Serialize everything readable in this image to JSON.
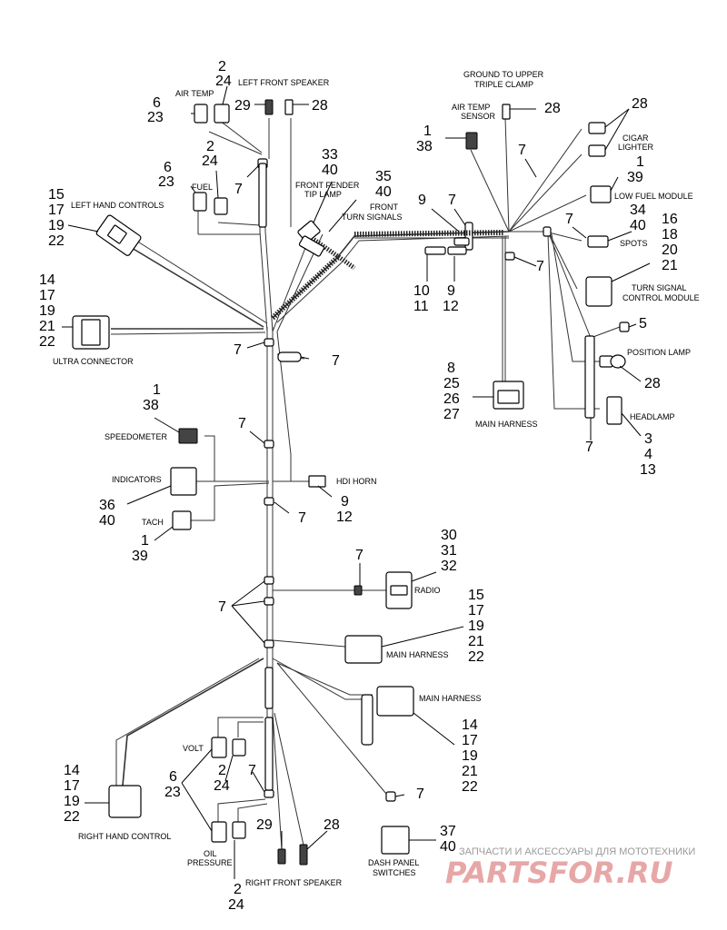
{
  "labels": {
    "left_front_speaker": "LEFT FRONT SPEAKER",
    "air_temp": "AIR TEMP",
    "fuel": "FUEL",
    "left_hand_controls": "LEFT HAND CONTROLS",
    "ultra_connector": "ULTRA CONNECTOR",
    "front_fender_tip_lamp_1": "FRONT FENDER",
    "front_fender_tip_lamp_2": "TIP LAMP",
    "front_turn_signals_1": "FRONT",
    "front_turn_signals_2": "TURN SIGNALS",
    "ground_upper_triple_clamp_1": "GROUND TO UPPER",
    "ground_upper_triple_clamp_2": "TRIPLE CLAMP",
    "air_temp_sensor_1": "AIR TEMP",
    "air_temp_sensor_2": "SENSOR",
    "cigar_lighter_1": "CIGAR",
    "cigar_lighter_2": "LIGHTER",
    "low_fuel_module": "LOW FUEL MODULE",
    "spots": "SPOTS",
    "turn_signal_control_module_1": "TURN SIGNAL",
    "turn_signal_control_module_2": "CONTROL MODULE",
    "position_lamp": "POSITION LAMP",
    "headlamp": "HEADLAMP",
    "main_harness_top": "MAIN HARNESS",
    "speedometer": "SPEEDOMETER",
    "indicators": "INDICATORS",
    "tach": "TACH",
    "hdi_horn": "HDI HORN",
    "radio": "RADIO",
    "main_harness_mid": "MAIN HARNESS",
    "main_harness_low": "MAIN HARNESS",
    "volt": "VOLT",
    "oil_pressure_1": "OIL",
    "oil_pressure_2": "PRESSURE",
    "right_hand_control": "RIGHT HAND CONTROL",
    "right_front_speaker": "RIGHT FRONT SPEAKER",
    "dash_panel_switches_1": "DASH PANEL",
    "dash_panel_switches_2": "SWITCHES"
  },
  "callouts": {
    "lfs_top_a": "2",
    "lfs_top_b": "24",
    "air_temp_a": "6",
    "air_temp_b": "23",
    "lfs_29": "29",
    "lfs_28": "28",
    "fuel_sender_a": "2",
    "fuel_sender_b": "24",
    "fuel_a": "6",
    "fuel_b": "23",
    "seven_fuel": "7",
    "fender_a": "33",
    "fender_b": "40",
    "turnsig_a": "35",
    "turnsig_b": "40",
    "lhc_a": "15",
    "lhc_b": "17",
    "lhc_c": "19",
    "lhc_d": "22",
    "ultra_a": "14",
    "ultra_b": "17",
    "ultra_c": "19",
    "ultra_d": "21",
    "ultra_e": "22",
    "seven_ultra": "7",
    "seven_trunk": "7",
    "speedo_a": "1",
    "speedo_b": "38",
    "seven_speedo": "7",
    "ind_a": "36",
    "ind_b": "40",
    "tach_a": "1",
    "tach_b": "39",
    "horn_a": "9",
    "horn_b": "12",
    "seven_horn": "7",
    "radio_a": "30",
    "radio_b": "31",
    "radio_c": "32",
    "seven_radio": "7",
    "seven_multi": "7",
    "mh_mid_a": "15",
    "mh_mid_b": "17",
    "mh_mid_c": "19",
    "mh_mid_d": "21",
    "mh_mid_e": "22",
    "mh_low_a": "14",
    "mh_low_b": "17",
    "mh_low_c": "19",
    "mh_low_d": "21",
    "mh_low_e": "22",
    "rhc_a": "14",
    "rhc_b": "17",
    "rhc_c": "19",
    "rhc_d": "22",
    "gauge_a": "6",
    "gauge_b": "23",
    "volt_a": "2",
    "volt_b": "24",
    "seven_gauge": "7",
    "oil_a": "2",
    "oil_b": "24",
    "rfs_29": "29",
    "rfs_28": "28",
    "dash_seven": "7",
    "dash_a": "37",
    "dash_b": "40",
    "ats_28": "28",
    "ats_a": "1",
    "ats_b": "38",
    "seven_ats": "7",
    "cig_28": "28",
    "seven_nine_a": "9",
    "seven_nine_b": "7",
    "lfm_a": "1",
    "lfm_b": "39",
    "plug_a": "10",
    "plug_b": "11",
    "plug_c": "9",
    "plug_d": "12",
    "seven_spots": "7",
    "spots_a": "34",
    "spots_b": "40",
    "tsc_a": "16",
    "tsc_b": "18",
    "tsc_c": "20",
    "tsc_d": "21",
    "seven_tsc": "7",
    "pos_5": "5",
    "pos_28": "28",
    "mh_top_a": "8",
    "mh_top_b": "25",
    "mh_top_c": "26",
    "mh_top_d": "27",
    "seven_head": "7",
    "head_a": "3",
    "head_b": "4",
    "head_c": "13"
  },
  "watermark": {
    "line1": "ЗАПЧАСТИ И АКСЕССУАРЫ ДЛЯ МОТОТЕХНИКИ",
    "line2": "PARTSFOR.RU"
  }
}
